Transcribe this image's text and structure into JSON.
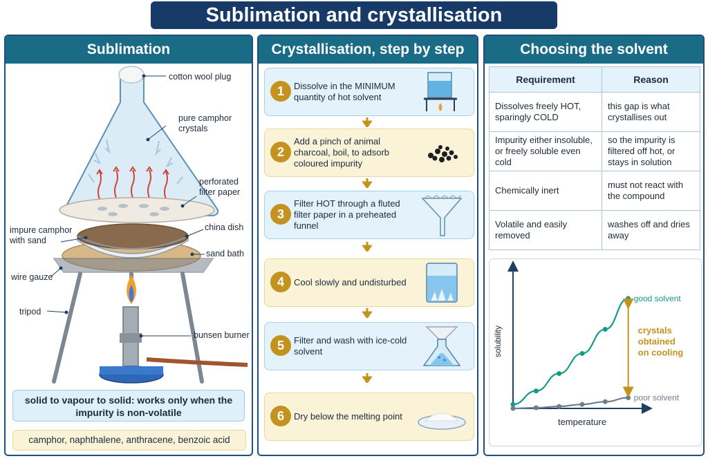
{
  "title": "Sublimation and crystallisation",
  "sublimation": {
    "heading": "Sublimation",
    "labels": {
      "cotton": "cotton wool plug",
      "pure": "pure camphor crystals",
      "filter": "perforated filter paper",
      "impure": "impure camphor with sand",
      "dish": "china dish",
      "sand": "sand bath",
      "gauze": "wire gauze",
      "tripod": "tripod",
      "burner": "bunsen burner"
    },
    "note": "solid to vapour to solid: works only when the impurity is non-volatile",
    "examples": "camphor, naphthalene, anthracene, benzoic acid"
  },
  "crystallisation": {
    "heading": "Crystallisation, step by step",
    "steps": [
      {
        "n": "1",
        "text": "Dissolve in the MINIMUM quantity of hot solvent"
      },
      {
        "n": "2",
        "text": "Add a pinch of animal charcoal, boil, to adsorb coloured impurity"
      },
      {
        "n": "3",
        "text": "Filter HOT through a fluted filter paper in a preheated funnel"
      },
      {
        "n": "4",
        "text": "Cool slowly and undisturbed"
      },
      {
        "n": "5",
        "text": "Filter and wash with ice-cold solvent"
      },
      {
        "n": "6",
        "text": "Dry below the melting point"
      }
    ]
  },
  "solvent": {
    "heading": "Choosing the solvent",
    "table": {
      "headers": [
        "Requirement",
        "Reason"
      ],
      "rows": [
        [
          "Dissolves freely HOT, sparingly COLD",
          "this gap is what crystallises out"
        ],
        [
          "Impurity either insoluble, or freely soluble even cold",
          "so the impurity is filtered off hot, or stays in solution"
        ],
        [
          "Chemically inert",
          "must not react with the compound"
        ],
        [
          "Volatile and easily removed",
          "washes off and dries away"
        ]
      ]
    }
  },
  "chart_data": {
    "type": "line",
    "xlabel": "temperature",
    "ylabel": "solubility",
    "x": [
      0,
      1,
      2,
      3,
      4,
      5
    ],
    "xlim": [
      0,
      5.4
    ],
    "ylim": [
      0,
      10
    ],
    "series": [
      {
        "name": "good solvent",
        "values": [
          0.3,
          1.3,
          2.6,
          4.1,
          5.9,
          8.2
        ],
        "color": "#159a86"
      },
      {
        "name": "poor solvent",
        "values": [
          0.0,
          0.05,
          0.15,
          0.3,
          0.5,
          0.8
        ],
        "color": "#6f7d8b"
      }
    ],
    "annotation": "crystals obtained on cooling",
    "annotation_color": "#c4931f"
  },
  "colors": {
    "title_bg": "#173a66",
    "panel_head": "#1a6c86",
    "accent": "#c4931f"
  }
}
